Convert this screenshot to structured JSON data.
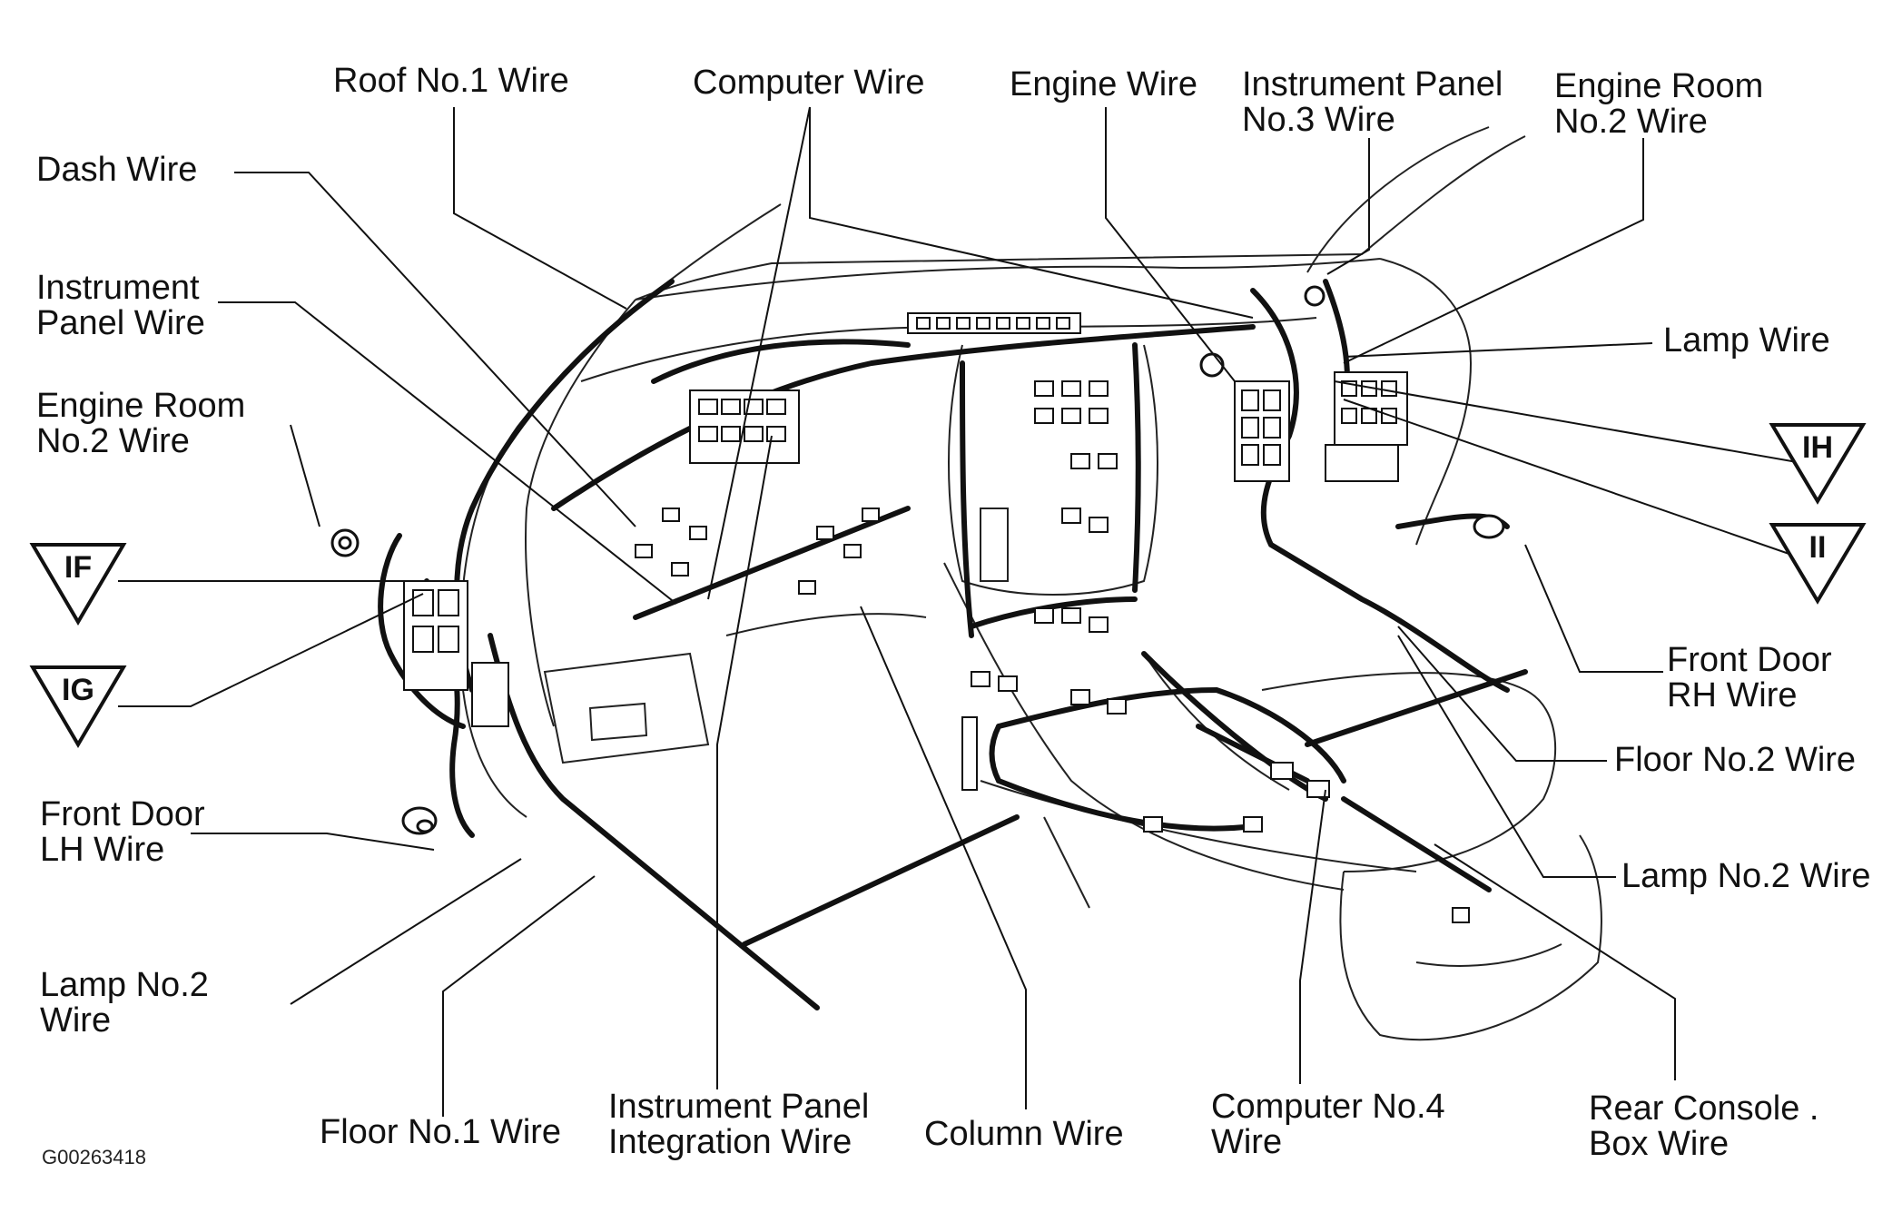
{
  "labels": {
    "roof_no1": [
      "Roof No.1 Wire"
    ],
    "computer": [
      "Computer Wire"
    ],
    "engine": [
      "Engine Wire"
    ],
    "ip_no3": [
      "Instrument Panel",
      "No.3 Wire"
    ],
    "engine_room_no2_top": [
      "Engine Room",
      "No.2 Wire"
    ],
    "dash": [
      "Dash Wire"
    ],
    "instrument_panel": [
      "Instrument",
      "Panel Wire"
    ],
    "engine_room_no2_left": [
      "Engine Room",
      "No.2 Wire"
    ],
    "lamp": [
      "Lamp Wire"
    ],
    "front_door_rh": [
      "Front Door",
      "RH Wire"
    ],
    "floor_no2": [
      "Floor No.2 Wire"
    ],
    "lamp_no2_right": [
      "Lamp No.2 Wire"
    ],
    "front_door_lh": [
      "Front Door",
      "LH Wire"
    ],
    "lamp_no2_left": [
      "Lamp No.2",
      "Wire"
    ],
    "floor_no1": [
      "Floor No.1 Wire"
    ],
    "ip_integration": [
      "Instrument Panel",
      "Integration Wire"
    ],
    "column": [
      "Column Wire"
    ],
    "computer_no4": [
      "Computer No.4",
      "Wire"
    ],
    "rear_console": [
      "Rear Console .",
      "Box Wire"
    ]
  },
  "connector_markers": {
    "IF": "IF",
    "IG": "IG",
    "IH": "IH",
    "II": "II"
  },
  "figure_code": "G00263418"
}
